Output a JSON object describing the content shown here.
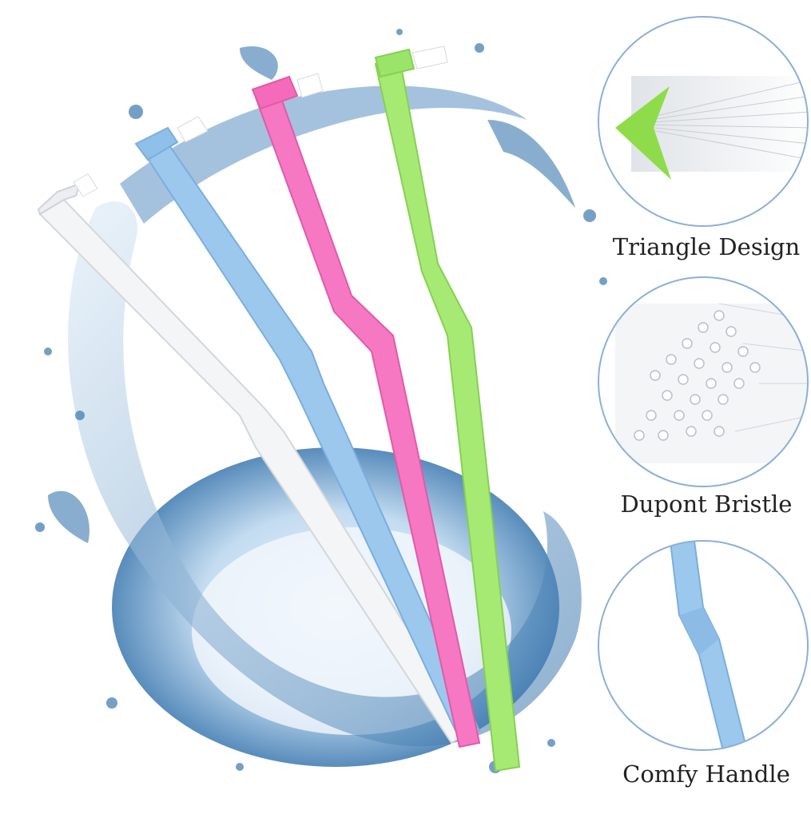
{
  "features": [
    {
      "label": "Triangle Design",
      "icon": "triangle-bristle-tip"
    },
    {
      "label": "Dupont Bristle",
      "icon": "bristle-fibers"
    },
    {
      "label": "Comfy Handle",
      "icon": "ergonomic-handle"
    }
  ],
  "toothbrush_colors": {
    "white": "#f4f5f7",
    "blue": "#9cc8ee",
    "pink": "#f678c2",
    "green": "#a6ea74"
  },
  "water_color": "#2f6fa8",
  "circle_border_color": "#8bb0d8"
}
